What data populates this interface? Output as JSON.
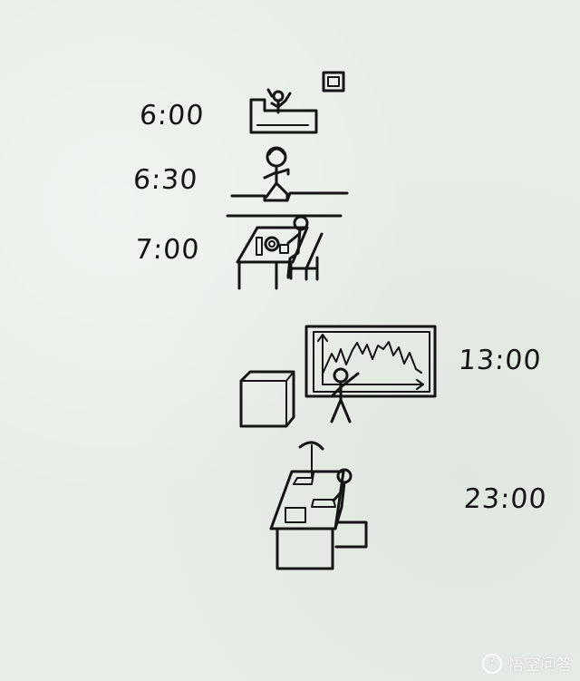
{
  "schedule": [
    {
      "time": "6:00",
      "icon": "bed-wakeup-icon"
    },
    {
      "time": "6:30",
      "icon": "running-person-icon"
    },
    {
      "time": "7:00",
      "icon": "breakfast-table-icon"
    },
    {
      "time": "13:00",
      "icon": "stock-chart-board-icon"
    },
    {
      "time": "23:00",
      "icon": "desk-study-icon"
    }
  ],
  "watermark": {
    "text": "悟空问答"
  },
  "colors": {
    "paper": "#e8eee7",
    "ink": "#151515"
  }
}
